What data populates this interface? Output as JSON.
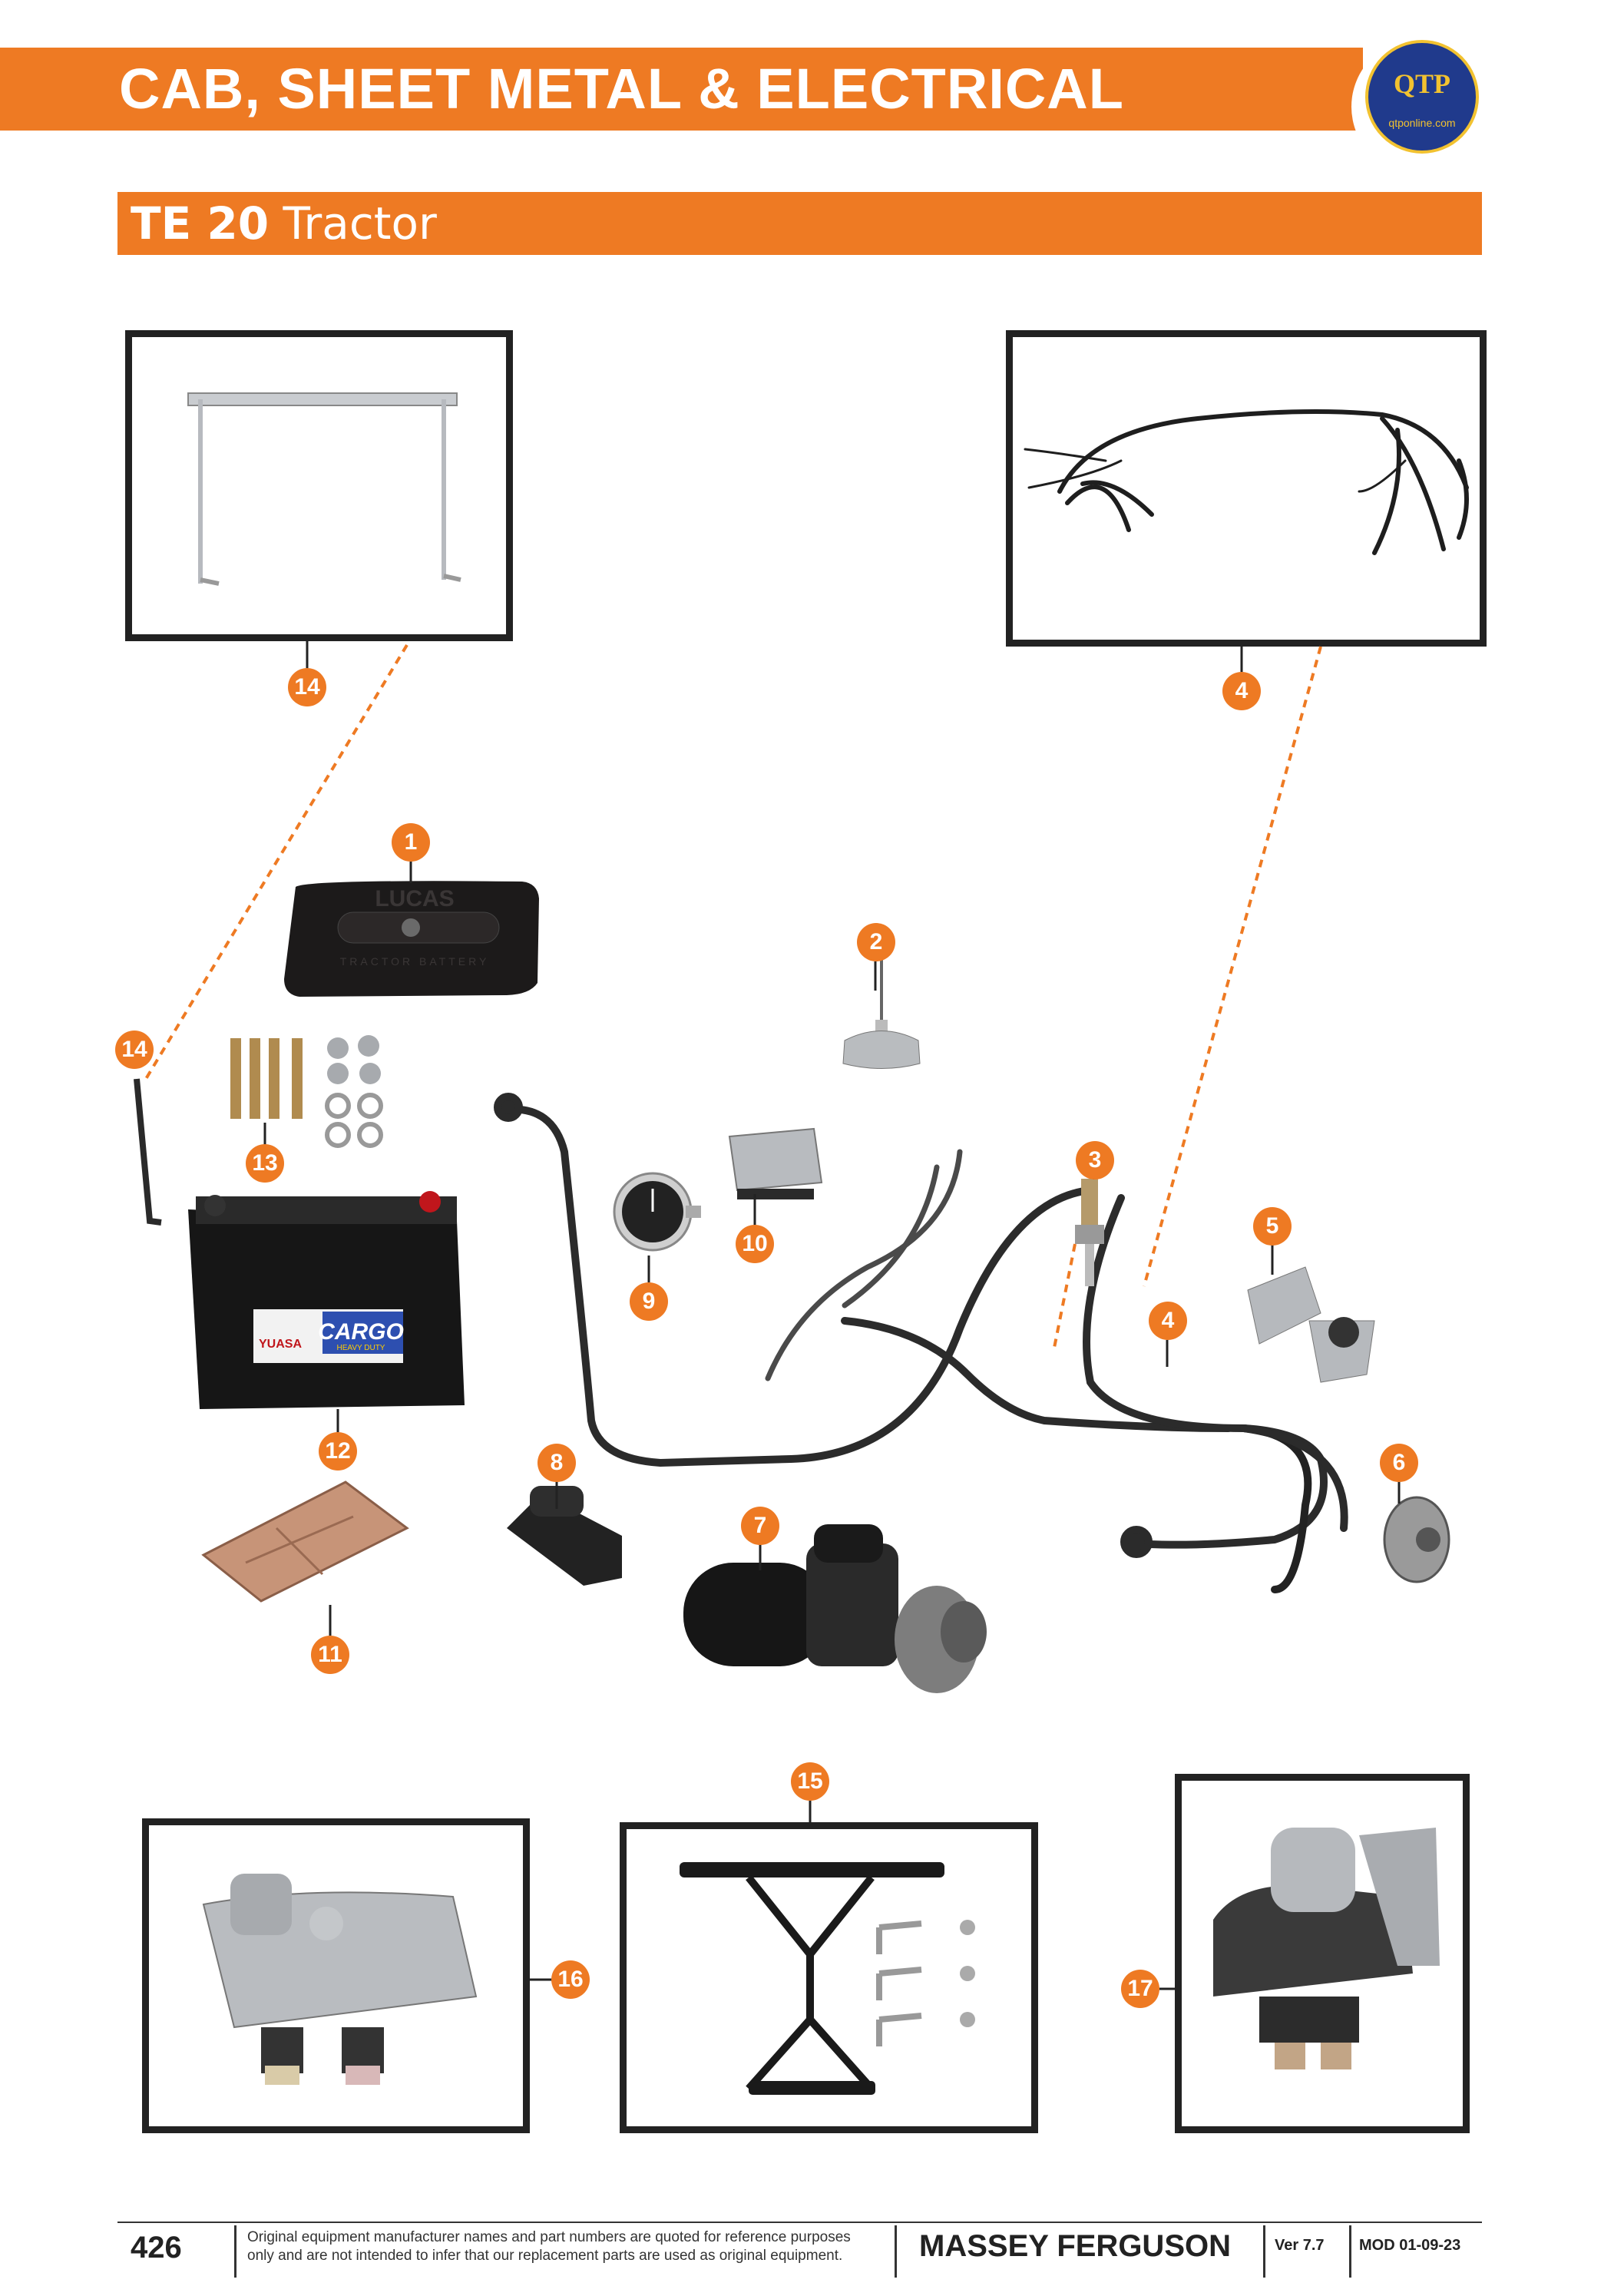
{
  "header": {
    "title": "CAB, SHEET METAL & ELECTRICAL",
    "logo_text": "QTP",
    "logo_sub": "qtponline.com"
  },
  "subheader": {
    "model_bold": "TE 20",
    "model_rest": " Tractor"
  },
  "callouts": {
    "c1": "1",
    "c2": "2",
    "c3": "3",
    "c4a": "4",
    "c4b": "4",
    "c5": "5",
    "c6": "6",
    "c7": "7",
    "c8": "8",
    "c9": "9",
    "c10": "10",
    "c11": "11",
    "c12": "12",
    "c13": "13",
    "c14a": "14",
    "c14b": "14",
    "c15": "15",
    "c16": "16",
    "c17": "17"
  },
  "parts": {
    "battery_cover_text": "LUCAS",
    "battery_cover_sub": "TRACTOR BATTERY",
    "battery_brand": "YUASA",
    "battery_label": "CARGO",
    "battery_label_sub": "HEAVY DUTY"
  },
  "footer": {
    "page": "426",
    "disclaimer_line1": "Original equipment manufacturer names and part numbers are quoted for reference purposes",
    "disclaimer_line2": "only and are not intended to infer that our replacement parts are used as original equipment.",
    "brand": "MASSEY FERGUSON",
    "version": "Ver 7.7",
    "mod": "MOD 01-09-23"
  },
  "colors": {
    "accent": "#ee7a23",
    "frame": "#222222",
    "logo_blue": "#203a8c",
    "logo_gold": "#f2c230"
  }
}
